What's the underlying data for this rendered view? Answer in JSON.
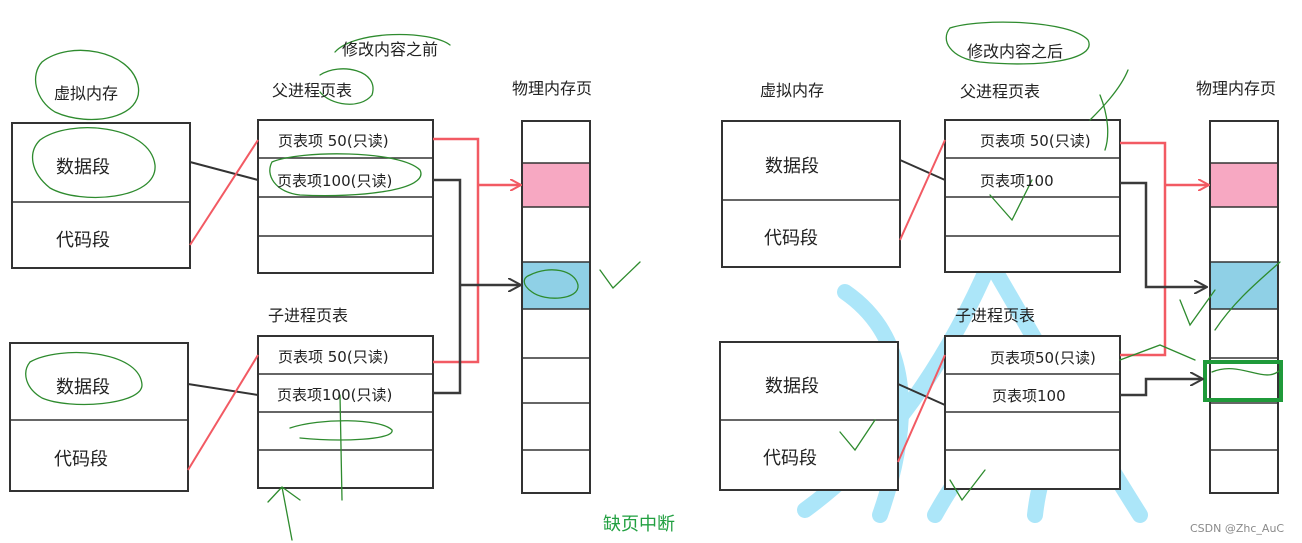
{
  "left": {
    "title": "修改内容之前",
    "virtual_memory_label": "虚拟内存",
    "parent_table_label": "父进程页表",
    "child_table_label": "子进程页表",
    "physical_memory_label": "物理内存页",
    "segments": {
      "data": "数据段",
      "code": "代码段"
    },
    "parent_entries": [
      "页表项 50(只读)",
      "页表项100(只读)"
    ],
    "child_entries": [
      "页表项 50(只读)",
      "页表项100(只读)"
    ]
  },
  "right": {
    "title": "修改内容之后",
    "virtual_memory_label": "虚拟内存",
    "parent_table_label": "父进程页表",
    "child_table_label": "子进程页表",
    "physical_memory_label": "物理内存页",
    "segments": {
      "data": "数据段",
      "code": "代码段"
    },
    "parent_entries": [
      "页表项 50(只读)",
      "页表项100"
    ],
    "child_entries": [
      "页表项50(只读)",
      "页表项100"
    ]
  },
  "caption": "缺页中断",
  "watermark": "CSDN @Zhc_AuC",
  "colors": {
    "page_pink": "#f7a8c2",
    "page_blue": "#8fd0e6",
    "arrow_red": "#f25a63",
    "arrow_dark": "#3a3a3a",
    "new_page_border": "#1f9a3a",
    "annotation_green": "#2e8b2e",
    "brush_blue": "#7fd8f5"
  }
}
